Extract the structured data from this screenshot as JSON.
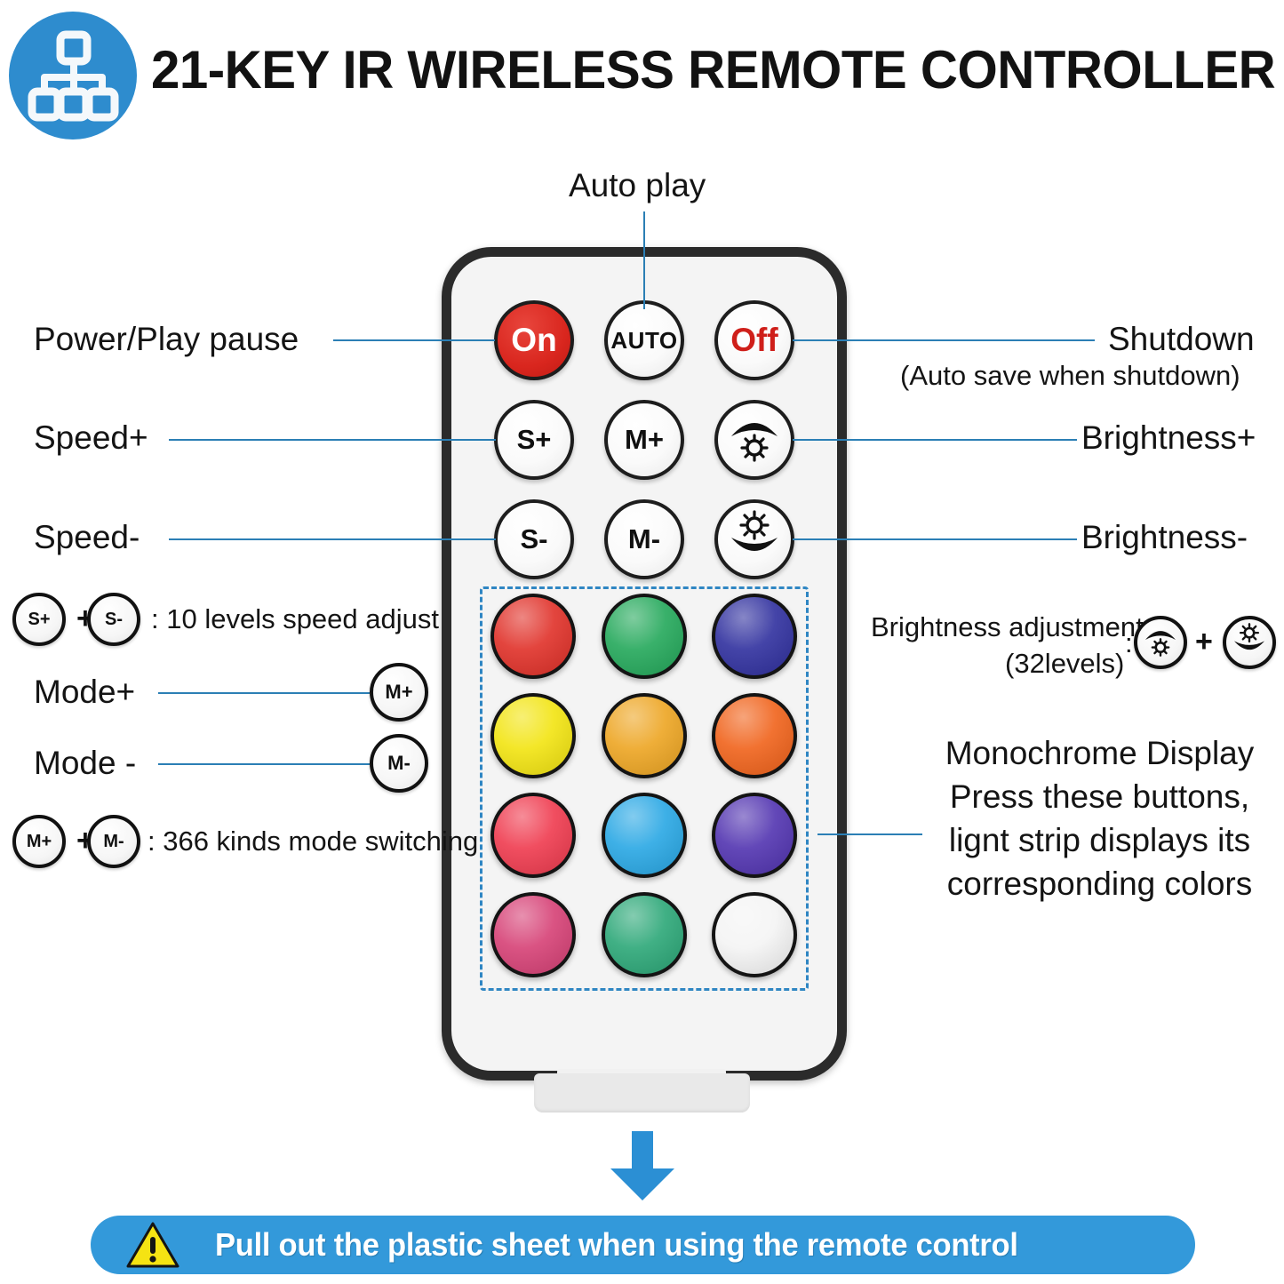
{
  "header": {
    "title": "21-KEY IR WIRELESS REMOTE CONTROLLER",
    "logo_icon": "sitemap-hierarchy-icon",
    "accent_color": "#2e8cce"
  },
  "remote": {
    "function_buttons": [
      {
        "id": "on",
        "label": "On",
        "color": "#d9261e",
        "text_color": "#ffffff",
        "row": 1,
        "col": 1
      },
      {
        "id": "auto",
        "label": "AUTO",
        "color": "#fafafa",
        "text_color": "#101010",
        "row": 1,
        "col": 2
      },
      {
        "id": "off",
        "label": "Off",
        "color": "#fafafa",
        "text_color": "#cf1f1a",
        "row": 1,
        "col": 3
      },
      {
        "id": "speed-up",
        "label": "S+",
        "color": "#fafafa",
        "text_color": "#101010",
        "row": 2,
        "col": 1
      },
      {
        "id": "mode-up",
        "label": "M+",
        "color": "#fafafa",
        "text_color": "#101010",
        "row": 2,
        "col": 2
      },
      {
        "id": "bright-up",
        "label": "",
        "icon": "brightness-up-icon",
        "color": "#fafafa",
        "row": 2,
        "col": 3
      },
      {
        "id": "speed-down",
        "label": "S-",
        "color": "#fafafa",
        "text_color": "#101010",
        "row": 3,
        "col": 1
      },
      {
        "id": "mode-down",
        "label": "M-",
        "color": "#fafafa",
        "text_color": "#101010",
        "row": 3,
        "col": 2
      },
      {
        "id": "bright-down",
        "label": "",
        "icon": "brightness-down-icon",
        "color": "#fafafa",
        "row": 3,
        "col": 3
      }
    ],
    "color_buttons": [
      {
        "name": "red",
        "hex": "#e03028"
      },
      {
        "name": "green",
        "hex": "#23a85a"
      },
      {
        "name": "navy-blue",
        "hex": "#2f2f9e"
      },
      {
        "name": "yellow",
        "hex": "#f2e410"
      },
      {
        "name": "amber",
        "hex": "#eda522"
      },
      {
        "name": "orange",
        "hex": "#f0621a"
      },
      {
        "name": "crimson",
        "hex": "#ef3a4e"
      },
      {
        "name": "sky-blue",
        "hex": "#28a7e4"
      },
      {
        "name": "violet",
        "hex": "#5133b0"
      },
      {
        "name": "rose",
        "hex": "#d64075"
      },
      {
        "name": "sea-green",
        "hex": "#2ba777"
      },
      {
        "name": "white",
        "hex": "#f4f4f4"
      }
    ],
    "plastic_tab_label": ""
  },
  "callouts": {
    "auto_play": "Auto play",
    "power_play_pause": "Power/Play pause",
    "speed_plus": "Speed+",
    "speed_minus": "Speed-",
    "mode_plus": "Mode+",
    "mode_minus": "Mode -",
    "shutdown": "Shutdown",
    "shutdown_note": "(Auto save when shutdown)",
    "brightness_plus": "Brightness+",
    "brightness_minus": "Brightness-"
  },
  "notes": {
    "speed_combo": {
      "key_a": "S+",
      "plus": "+",
      "key_b": "S-",
      "text": ": 10 levels speed adjust"
    },
    "mode_combo": {
      "key_a": "M+",
      "plus": "+",
      "key_b": "M-",
      "text": ": 366 kinds mode switching"
    },
    "brightness_combo": {
      "line1": "Brightness adjustment",
      "line2": "(32levels)",
      "colon": ":",
      "plus": "+",
      "key_a_icon": "brightness-up-icon",
      "key_b_icon": "brightness-down-icon"
    },
    "monochrome": {
      "line1": "Monochrome Display",
      "line2": "Press these buttons,",
      "line3": "lignt strip displays its",
      "line4": "corresponding colors"
    },
    "mode_plus_key": "M+",
    "mode_minus_key": "M-"
  },
  "footer": {
    "warning_icon": "warning-triangle-icon",
    "text": "Pull out the plastic sheet when using the remote control",
    "background_color": "#3399da",
    "arrow_icon": "down-arrow-icon"
  }
}
